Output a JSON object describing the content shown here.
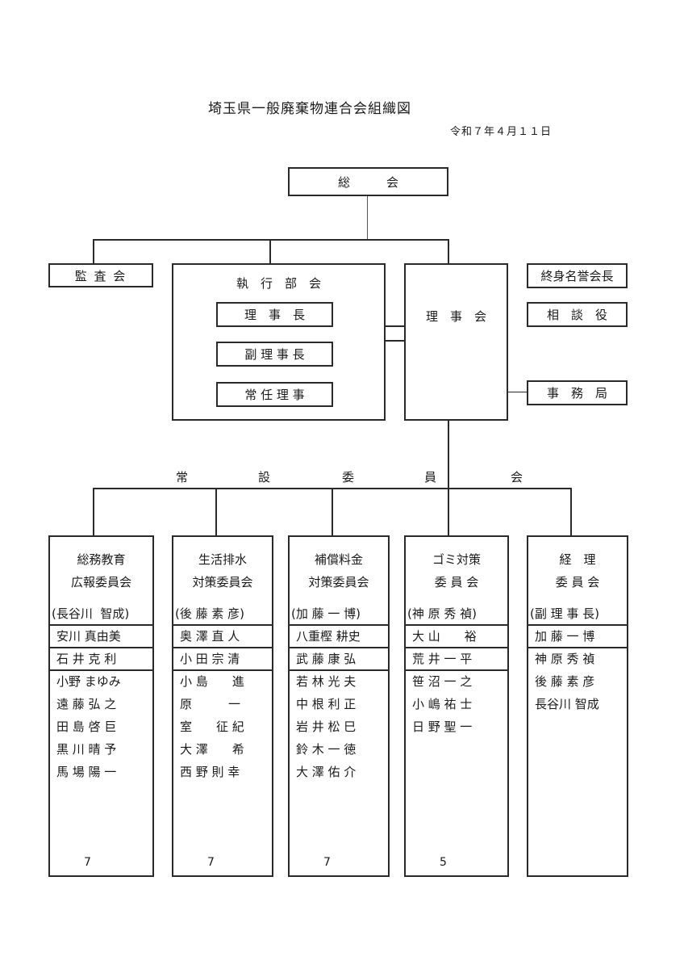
{
  "title": "埼玉県一般廃棄物連合会組織図",
  "date": "令和７年４月１１日",
  "top": {
    "general_meeting": "総　　　会"
  },
  "side_left": {
    "audit": "監 査 会"
  },
  "executive": {
    "label": "執　行　部　会",
    "members": [
      "理　事　長",
      "副 理 事 長",
      "常 任 理 事"
    ]
  },
  "board": {
    "label": "理　事　会"
  },
  "side_right": {
    "honorary": "終身名誉会長",
    "advisor": "相　談　役",
    "secretariat": "事　務　局"
  },
  "standing_committees_label": [
    "常",
    "設",
    "委",
    "員",
    "会"
  ],
  "committees": [
    {
      "name_line1": "総務教育",
      "name_line2": "広報委員会",
      "chair": "(長谷川  智成)",
      "vice": [
        "安川 真由美",
        "石 井 克 利"
      ],
      "members": [
        "小野 まゆみ",
        "遠 藤 弘 之",
        "田 島 啓 巨",
        "黒 川 晴 予",
        "馬 場 陽 一"
      ],
      "count": "7"
    },
    {
      "name_line1": "生活排水",
      "name_line2": "対策委員会",
      "chair": "(後 藤 素 彦)",
      "vice": [
        "奥 澤 直 人",
        "小 田 宗 清"
      ],
      "members": [
        "小 島　　進",
        "原　　　一",
        "室　　征 紀",
        "大 澤　　希",
        "西 野 則 幸"
      ],
      "count": "7"
    },
    {
      "name_line1": "補償料金",
      "name_line2": "対策委員会",
      "chair": "(加 藤 一 博)",
      "vice": [
        "八重樫 耕史",
        "武 藤 康 弘"
      ],
      "members": [
        "若 林 光 夫",
        "中 根 利 正",
        "岩 井 松 巳",
        "鈴 木 一 徳",
        "大 澤 佑 介"
      ],
      "count": "7"
    },
    {
      "name_line1": "ゴミ対策",
      "name_line2": "委 員 会",
      "chair": "(神 原 秀 禎)",
      "vice": [
        "大 山　　裕",
        "荒 井 一 平"
      ],
      "members": [
        "笹 沼 一 之",
        "小 嶋 祐 士",
        "日 野 聖 一"
      ],
      "count": "5"
    },
    {
      "name_line1": "経　理",
      "name_line2": "委 員 会",
      "chair": "(副 理 事 長)",
      "vice": [
        "加 藤 一 博"
      ],
      "members": [
        "神 原 秀 禎",
        "後 藤 素 彦",
        "長谷川 智成"
      ],
      "count": ""
    }
  ]
}
